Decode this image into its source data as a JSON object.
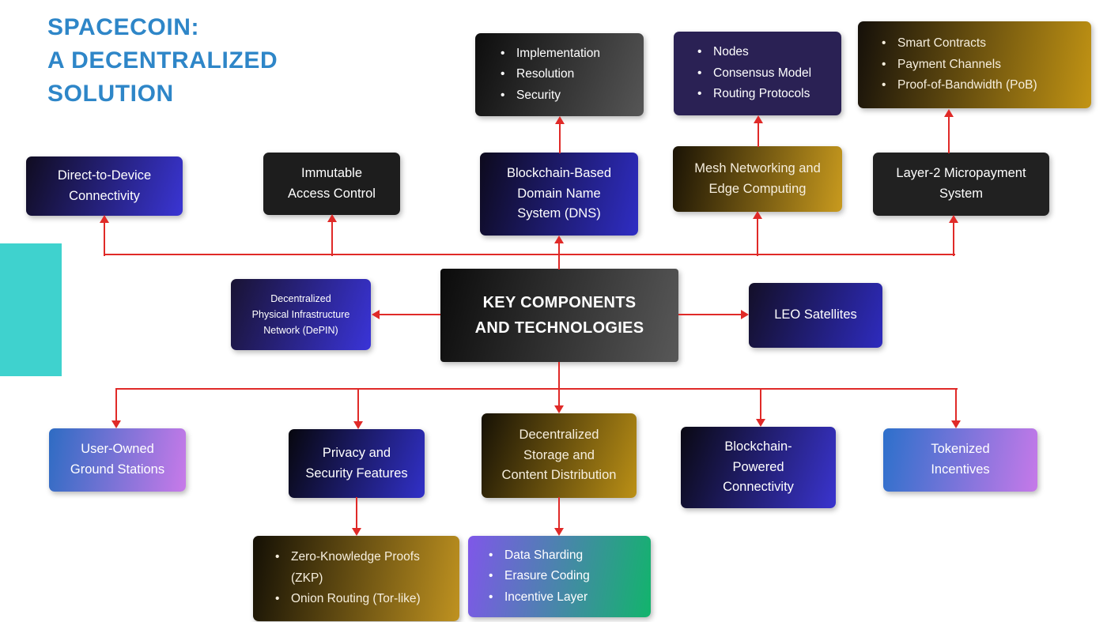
{
  "title": {
    "text": "SPACECOIN:\nA DECENTRALIZED\nSOLUTION",
    "color": "#2E86C8"
  },
  "colors": {
    "arrow": "#e02a28",
    "teal_accent": "#3FD2CE",
    "title_blue": "#2E86C8",
    "gold": "#c29414",
    "blue": "#3a35d4",
    "purple": "#c87ae9",
    "green": "#12b46c",
    "dark": "#1d1d1d"
  },
  "nodes": {
    "center": {
      "label": "KEY COMPONENTS\nAND TECHNOLOGIES"
    },
    "impl": {
      "items": [
        "Implementation",
        "Resolution",
        "Security"
      ]
    },
    "node_details": {
      "items": [
        "Nodes",
        "Consensus Model",
        "Routing Protocols"
      ]
    },
    "contract_details": {
      "items": [
        "Smart Contracts",
        "Payment Channels",
        "Proof-of-Bandwidth (PoB)"
      ]
    },
    "direct_to_device": {
      "label": "Direct-to-Device\nConnectivity"
    },
    "immutable": {
      "label": "Immutable\nAccess Control"
    },
    "dns": {
      "label": "Blockchain-Based\nDomain Name\nSystem (DNS)"
    },
    "mesh": {
      "label": "Mesh Networking and\nEdge Computing"
    },
    "layer2": {
      "label": "Layer-2 Micropayment\nSystem"
    },
    "depin": {
      "label": "Decentralized\nPhysical Infrastructure\nNetwork (DePIN)"
    },
    "leo": {
      "label": "LEO Satellites"
    },
    "user_owned": {
      "label": "User-Owned\nGround Stations"
    },
    "privacy": {
      "label": "Privacy and\nSecurity Features"
    },
    "storage": {
      "label": "Decentralized\nStorage and\nContent Distribution"
    },
    "blockchain_powered": {
      "label": "Blockchain-\nPowered\nConnectivity"
    },
    "tokenized": {
      "label": "Tokenized\nIncentives"
    },
    "zkp_details": {
      "items": [
        "Zero-Knowledge Proofs (ZKP)",
        "Onion Routing (Tor-like)"
      ]
    },
    "sharding_details": {
      "items": [
        "Data Sharding",
        "Erasure Coding",
        "Incentive Layer"
      ]
    }
  },
  "edges": [
    {
      "from": "center",
      "to": "direct_to_device"
    },
    {
      "from": "center",
      "to": "immutable"
    },
    {
      "from": "center",
      "to": "dns"
    },
    {
      "from": "center",
      "to": "mesh"
    },
    {
      "from": "center",
      "to": "layer2"
    },
    {
      "from": "center",
      "to": "depin"
    },
    {
      "from": "center",
      "to": "leo"
    },
    {
      "from": "center",
      "to": "user_owned"
    },
    {
      "from": "center",
      "to": "privacy"
    },
    {
      "from": "center",
      "to": "storage"
    },
    {
      "from": "center",
      "to": "blockchain_powered"
    },
    {
      "from": "center",
      "to": "tokenized"
    },
    {
      "from": "dns",
      "to": "impl"
    },
    {
      "from": "mesh",
      "to": "node_details"
    },
    {
      "from": "layer2",
      "to": "contract_details"
    },
    {
      "from": "privacy",
      "to": "zkp_details"
    },
    {
      "from": "storage",
      "to": "sharding_details"
    }
  ]
}
